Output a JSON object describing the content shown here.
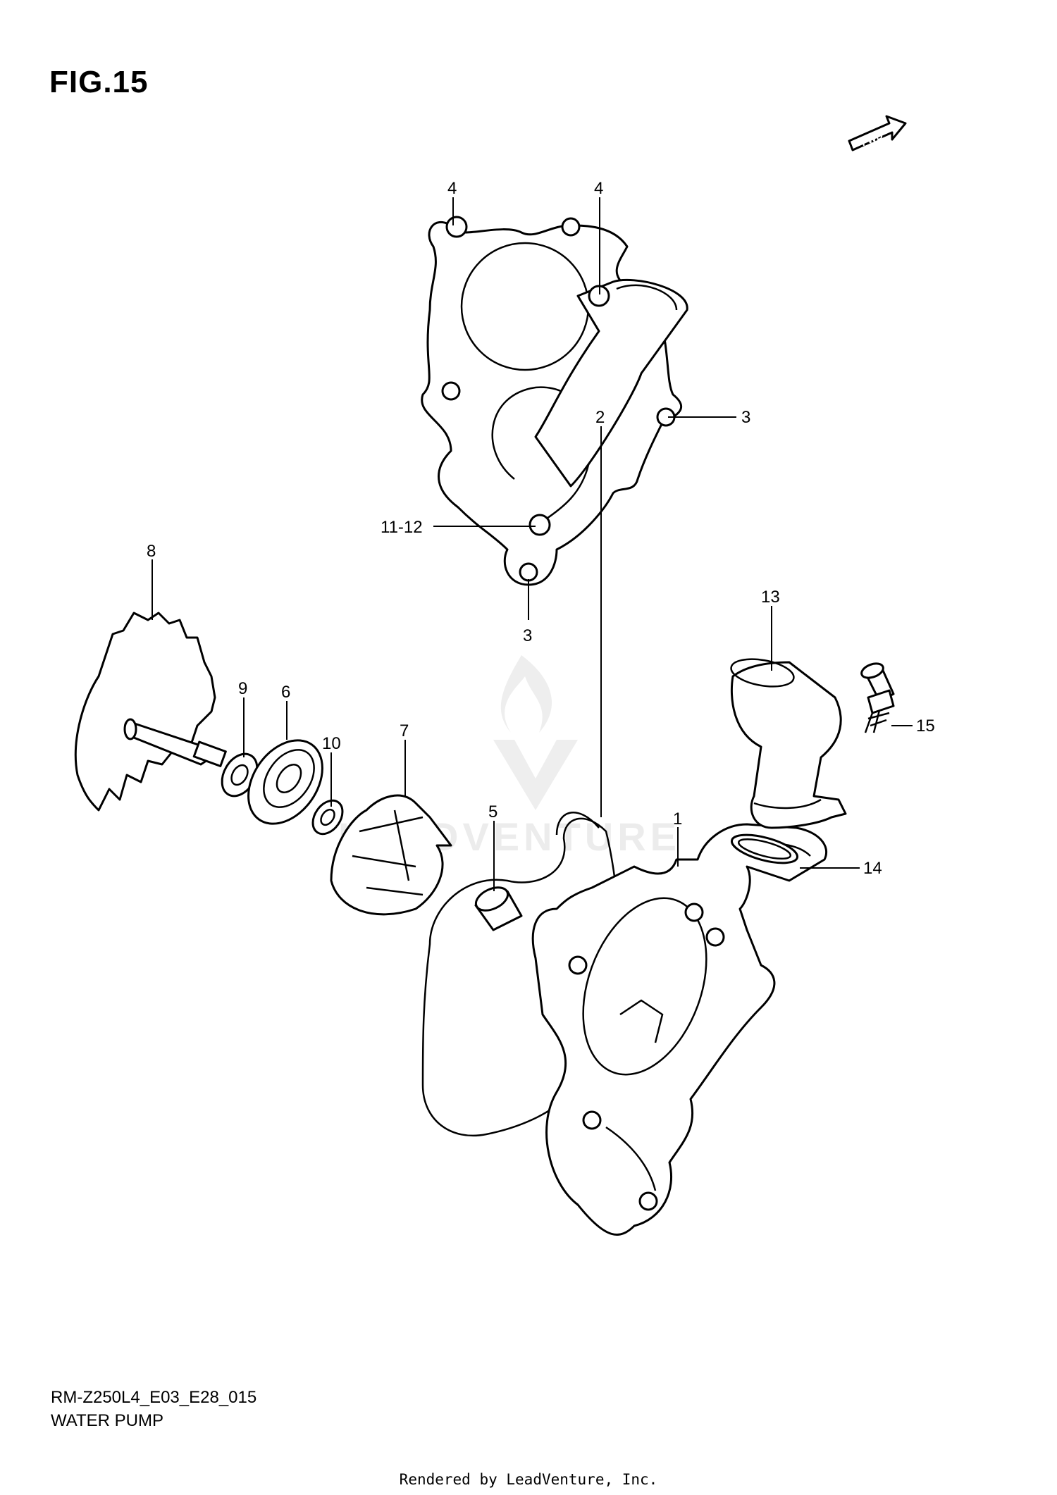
{
  "figure": {
    "title": "FIG.15",
    "model_code": "RM-Z250L4_E03_E28_015",
    "section_name": "WATER PUMP",
    "footer": "Rendered by LeadVenture, Inc.",
    "watermark": "LEADVENTURE",
    "fwd_label": "FWD"
  },
  "callouts": [
    {
      "id": "4a",
      "label": "4"
    },
    {
      "id": "4b",
      "label": "4"
    },
    {
      "id": "3a",
      "label": "3"
    },
    {
      "id": "11-12",
      "label": "11-12"
    },
    {
      "id": "3b",
      "label": "3"
    },
    {
      "id": "8",
      "label": "8"
    },
    {
      "id": "13",
      "label": "13"
    },
    {
      "id": "9",
      "label": "9"
    },
    {
      "id": "6",
      "label": "6"
    },
    {
      "id": "10",
      "label": "10"
    },
    {
      "id": "7",
      "label": "7"
    },
    {
      "id": "2",
      "label": "2"
    },
    {
      "id": "5",
      "label": "5"
    },
    {
      "id": "1",
      "label": "1"
    },
    {
      "id": "15",
      "label": "15"
    },
    {
      "id": "14",
      "label": "14"
    }
  ]
}
